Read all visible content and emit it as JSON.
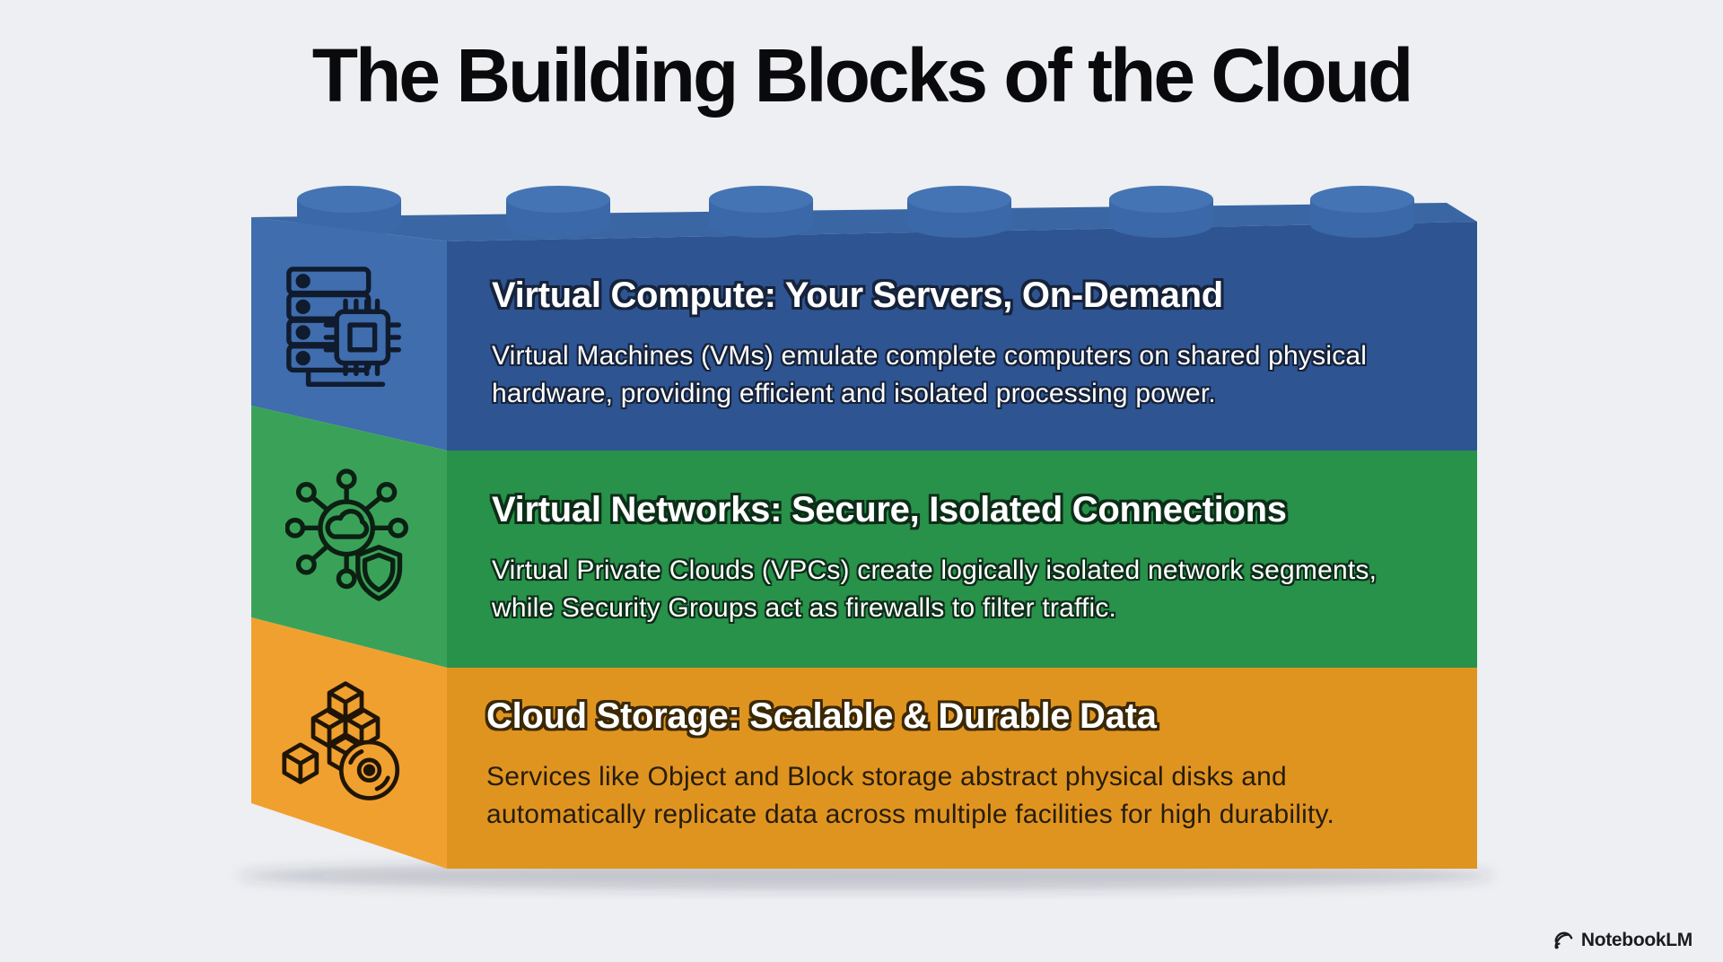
{
  "title": "The Building Blocks of the Cloud",
  "sections": [
    {
      "id": "virtual-compute",
      "heading": "Virtual Compute: Your Servers, On-Demand",
      "body": "Virtual Machines (VMs) emulate complete computers on shared physical hardware, providing efficient and isolated processing power.",
      "icon": "server-cpu-icon",
      "front_color": "#2e5492",
      "side_color": "#3f6dae",
      "icon_color": "#101b2e"
    },
    {
      "id": "virtual-networks",
      "heading": "Virtual Networks: Secure, Isolated Connections",
      "body": "Virtual Private Clouds (VPCs) create logically isolated network segments, while Security Groups act as firewalls to filter traffic.",
      "icon": "network-shield-icon",
      "front_color": "#28914a",
      "side_color": "#3aa258",
      "icon_color": "#0b2012"
    },
    {
      "id": "cloud-storage",
      "heading": "Cloud Storage: Scalable & Durable Data",
      "body": "Services like Object and Block storage abstract physical disks and automatically replicate data across multiple facilities for high durability.",
      "icon": "storage-cubes-icon",
      "front_color": "#e09420",
      "side_color": "#f0a02f",
      "icon_color": "#201505"
    }
  ],
  "brick": {
    "stud_count": 6,
    "stud_body_color": "#3a68a8",
    "stud_top_color": "#4474b4",
    "top_face_color": "#3a67a4"
  },
  "watermark": {
    "label": "NotebookLM"
  },
  "colors": {
    "background": "#edeff2",
    "title": "#0a0a0c"
  }
}
